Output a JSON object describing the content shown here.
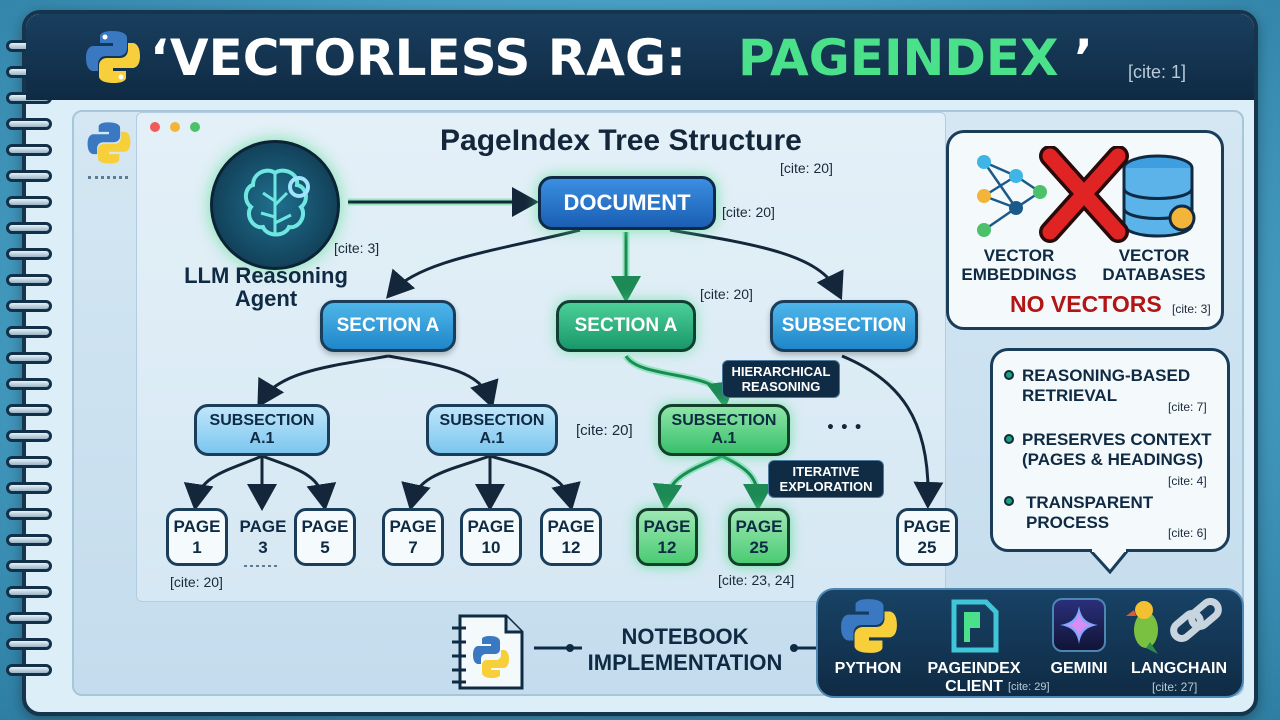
{
  "title": {
    "quote_open": "‘",
    "main": "VECTORLESS RAG:",
    "accent": "PAGEINDEX",
    "quote_close": "’",
    "cite": "[cite: 1]"
  },
  "tree": {
    "heading": "PageIndex Tree Structure",
    "heading_cite": "[cite: 20]",
    "agent_label": "LLM Reasoning Agent",
    "agent_cite": "[cite: 3]",
    "document": "DOCUMENT",
    "document_cite": "[cite: 20]",
    "section_cite": "[cite: 20]",
    "sections": [
      "SECTION A",
      "SECTION A",
      "SUBSECTION"
    ],
    "subsections": [
      "SUBSECTION A.1",
      "SUBSECTION A.1",
      "SUBSECTION A.1"
    ],
    "subsection_cite": "[cite: 20]",
    "ellipsis": "• • •",
    "badges": {
      "hierarchical": "HIERARCHICAL REASONING",
      "iterative": "ITERATIVE EXPLORATION"
    },
    "pages": [
      {
        "label": "PAGE",
        "num": "1"
      },
      {
        "label": "PAGE",
        "num": "3"
      },
      {
        "label": "PAGE",
        "num": "5"
      },
      {
        "label": "PAGE",
        "num": "7"
      },
      {
        "label": "PAGE",
        "num": "10"
      },
      {
        "label": "PAGE",
        "num": "12"
      },
      {
        "label": "PAGE",
        "num": "12"
      },
      {
        "label": "PAGE",
        "num": "25"
      },
      {
        "label": "PAGE",
        "num": "25"
      }
    ],
    "pages_cite_left": "[cite: 20]",
    "pages_cite_green": "[cite: 23, 24]"
  },
  "vectors_card": {
    "embeddings_label": "VECTOR EMBEDDINGS",
    "databases_label": "VECTOR DATABASES",
    "no_vectors": "NO VECTORS",
    "cite": "[cite: 3]"
  },
  "benefits": [
    {
      "text": "REASONING-BASED RETRIEVAL",
      "cite": "[cite: 7]"
    },
    {
      "text": "PRESERVES CONTEXT (PAGES & HEADINGS)",
      "cite": "[cite: 4]"
    },
    {
      "text": "TRANSPARENT PROCESS",
      "cite": "[cite: 6]"
    }
  ],
  "notebook": {
    "label": "NOTEBOOK IMPLEMENTATION"
  },
  "stack": {
    "python": "PYTHON",
    "pageindex_client": "PAGEINDEX CLIENT",
    "pageindex_cite": "[cite: 29]",
    "gemini": "GEMINI",
    "langchain": "LANGCHAIN",
    "langchain_cite": "[cite: 27]"
  },
  "colors": {
    "accent_green": "#4be08a",
    "title_bar": "#0f2a43",
    "no_vectors_red": "#b31414",
    "node_blue": "#1f86c9",
    "node_green": "#19976a"
  }
}
